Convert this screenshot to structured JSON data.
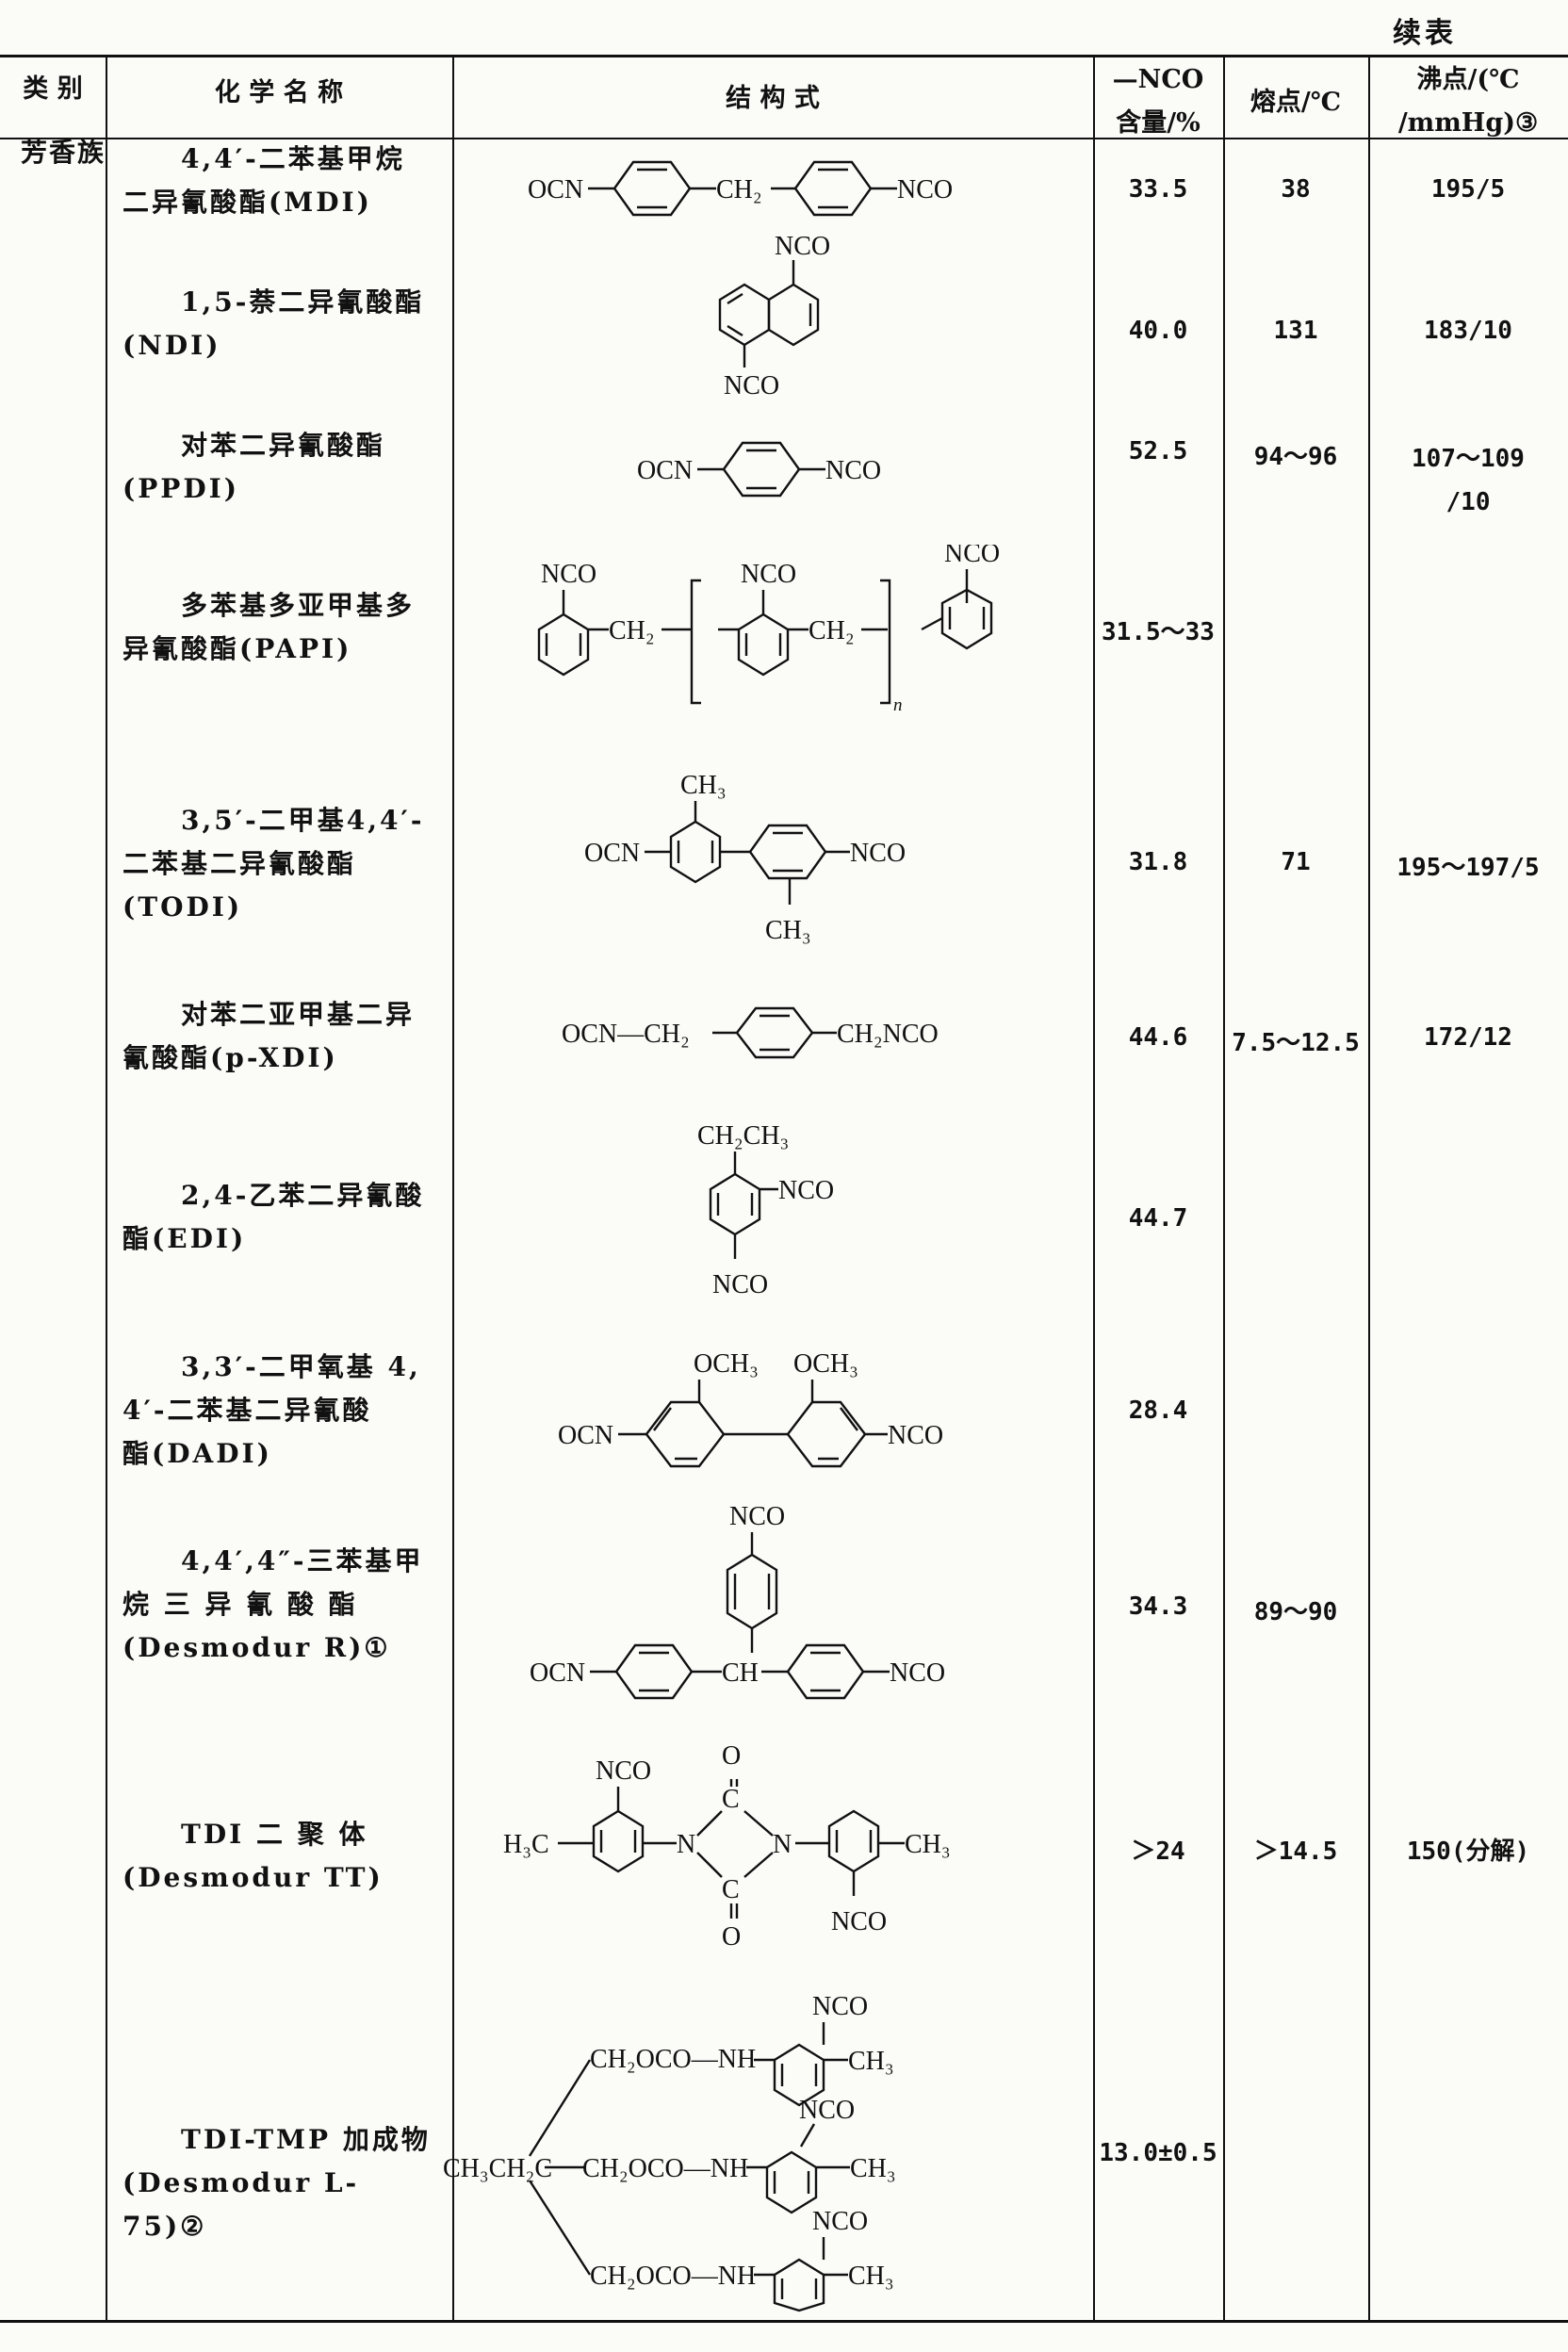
{
  "page": {
    "continuation": "续表",
    "headers": {
      "category": "类 别",
      "name": "化 学 名 称",
      "structure": "结 构 式",
      "nco_line1": "—NCO",
      "nco_line2": "含量/%",
      "mp": "熔点/℃",
      "bp_line1": "沸点/(℃",
      "bp_line2": "/mmHg)③"
    },
    "category": "芳香族"
  },
  "rows": [
    {
      "name1": "4,4′-二苯基甲烷",
      "name2": "二异氰酸酯(MDI)",
      "name3": "",
      "nco": "33.5",
      "mp": "38",
      "bp1": "195/5",
      "bp2": "",
      "s": {
        "ocn": "OCN",
        "ch2": "CH₂",
        "nco": "NCO"
      }
    },
    {
      "name1": "1,5-萘二异氰酸酯",
      "name2": "(NDI)",
      "name3": "",
      "nco": "40.0",
      "mp": "131",
      "bp1": "183/10",
      "bp2": "",
      "s": {
        "nco_top": "NCO",
        "nco_bot": "NCO"
      }
    },
    {
      "name1": "对苯二异氰酸酯",
      "name2": "(PPDI)",
      "name3": "",
      "nco": "52.5",
      "mp": "94～96",
      "bp1": "107～109",
      "bp2": "/10",
      "s": {
        "ocn": "OCN",
        "nco": "NCO"
      }
    },
    {
      "name1": "多苯基多亚甲基多",
      "name2": "异氰酸酯(PAPI)",
      "name3": "",
      "nco": "31.5～33",
      "mp": "",
      "bp1": "",
      "bp2": "",
      "s": {
        "nco1": "NCO",
        "nco2": "NCO",
        "nco3": "NCO",
        "ch2a": "CH₂",
        "ch2b": "CH₂",
        "n": "n"
      }
    },
    {
      "name1": "3,5′-二甲基4,4′-",
      "name2": "二苯基二异氰酸酯",
      "name3": "(TODI)",
      "nco": "31.8",
      "mp": "71",
      "bp1": "195～197/5",
      "bp2": "",
      "s": {
        "ch3a": "CH₃",
        "ch3b": "CH₃",
        "ocn": "OCN",
        "nco": "NCO"
      }
    },
    {
      "name1": "对苯二亚甲基二异",
      "name2": "氰酸酯(p-XDI)",
      "name3": "",
      "nco": "44.6",
      "mp": "7.5～12.5",
      "bp1": "172/12",
      "bp2": "",
      "s": {
        "left": "OCN—CH₂",
        "right": "CH₂NCO"
      }
    },
    {
      "name1": "2,4-乙苯二异氰酸",
      "name2": "酯(EDI)",
      "name3": "",
      "nco": "44.7",
      "mp": "",
      "bp1": "",
      "bp2": "",
      "s": {
        "ethyl": "CH₂CH₃",
        "nco_r": "NCO",
        "nco_b": "NCO"
      }
    },
    {
      "name1": "3,3′-二甲氧基 4,",
      "name2": "4′-二苯基二异氰酸",
      "name3": "酯(DADI)",
      "nco": "28.4",
      "mp": "",
      "bp1": "",
      "bp2": "",
      "s": {
        "och3a": "OCH₃",
        "och3b": "OCH₃",
        "ocn": "OCN",
        "nco": "NCO"
      }
    },
    {
      "name1": "4,4′,4″-三苯基甲",
      "name2": "烷 三 异 氰 酸 酯",
      "name3": "(Desmodur R)①",
      "nco": "34.3",
      "mp": "89～90",
      "bp1": "",
      "bp2": "",
      "s": {
        "nco_top": "NCO",
        "ocn": "OCN",
        "ch": "CH",
        "nco": "NCO"
      }
    },
    {
      "name1": "TDI 二 聚 体",
      "name2": "(Desmodur TT)",
      "name3": "",
      "nco": "＞24",
      "mp": "＞14.5",
      "bp1": "150(分解)",
      "bp2": "",
      "s": {
        "nco_tl": "NCO",
        "h3c": "H₃C",
        "ch3": "CH₃",
        "nco_br": "NCO",
        "o1": "O",
        "o2": "O",
        "c1": "C",
        "c2": "C",
        "n1": "N",
        "n2": "N"
      }
    },
    {
      "name1": "TDI-TMP 加成物",
      "name2": "(Desmodur L-75)②",
      "name3": "",
      "nco": "13.0±0.5",
      "mp": "",
      "bp1": "",
      "bp2": "",
      "s": {
        "core": "CH₃CH₂C",
        "arm1": "CH₂OCO—NH",
        "arm2": "CH₂OCO—NH",
        "arm3": "CH₂OCO—NH",
        "nco1": "NCO",
        "nco2": "NCO",
        "nco3": "NCO",
        "ch3_1": "CH₃",
        "ch3_2": "CH₃",
        "ch3_3": "CH₃",
        "mid": "—CH₂OCO—NH"
      }
    }
  ]
}
